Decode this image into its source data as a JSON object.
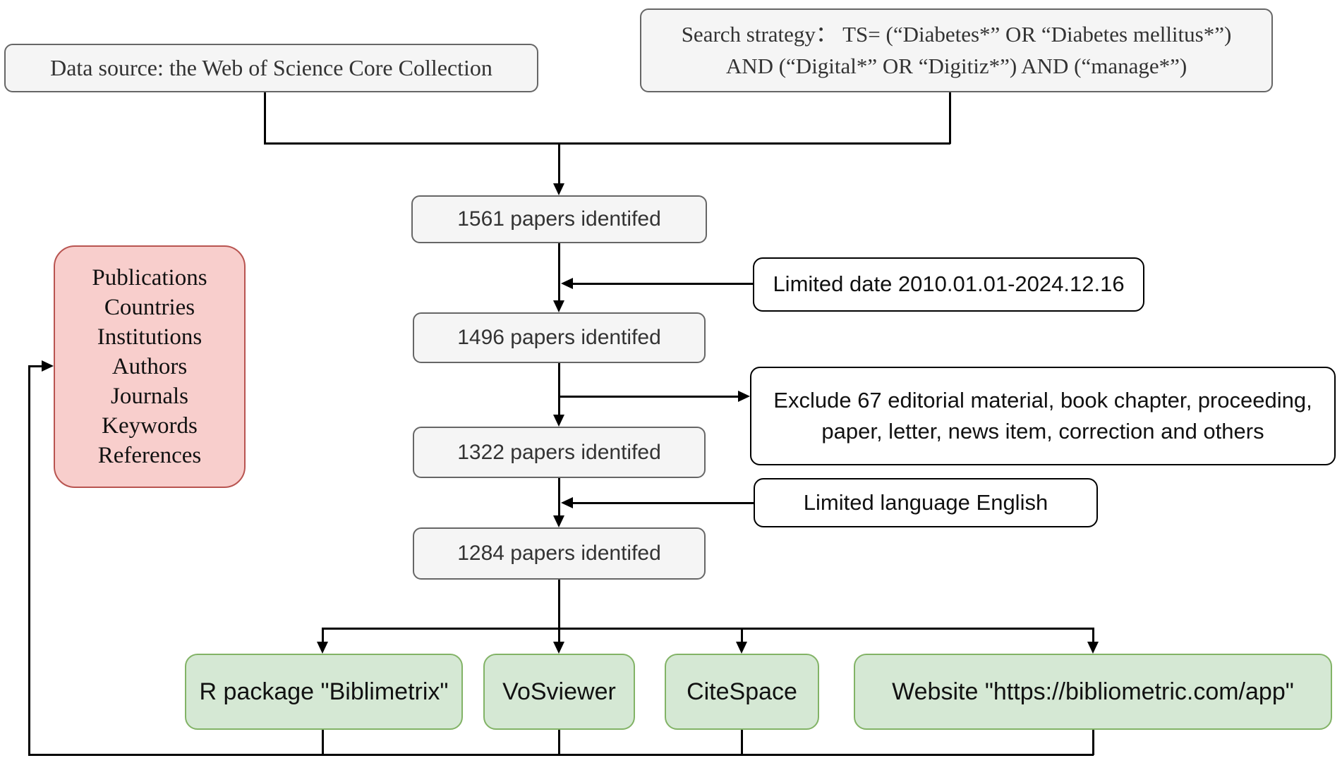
{
  "title": "Bibliometric screening flowchart",
  "colors": {
    "box_gray_fill": "#f5f5f5",
    "box_gray_border": "#666666",
    "box_white_fill": "#ffffff",
    "box_white_border": "#000000",
    "box_green_fill": "#d5e8d4",
    "box_green_border": "#82b366",
    "box_red_fill": "#f8cecc",
    "box_red_border": "#b85450",
    "line": "#000000"
  },
  "nodes": {
    "data_source": {
      "label": "Data source: the Web of Science Core Collection"
    },
    "search_strategy": {
      "line1": "Search strategy： TS= (“Diabetes*” OR “Diabetes mellitus*”)",
      "line2": "AND (“Digital*” OR “Digitiz*”) AND (“manage*”)"
    },
    "papers": [
      {
        "label": "1561 papers identifed"
      },
      {
        "label": "1496 papers identifed"
      },
      {
        "label": "1322 papers identifed"
      },
      {
        "label": "1284 papers identifed"
      }
    ],
    "filters": {
      "limited_date": {
        "label": "Limited date 2010.01.01-2024.12.16"
      },
      "exclude": {
        "line1": "Exclude 67 editorial material, book chapter, proceeding,",
        "line2": "paper, letter, news item, correction and others"
      },
      "limited_language": {
        "label": "Limited language English"
      }
    },
    "analysis_items": {
      "items": [
        "Publications",
        "Countries",
        "Institutions",
        "Authors",
        "Journals",
        "Keywords",
        "References"
      ]
    },
    "tools": [
      {
        "label": "R package \"Biblimetrix\""
      },
      {
        "label": "VoSviewer"
      },
      {
        "label": "CiteSpace"
      },
      {
        "label": "Website \"https://bibliometric.com/app\""
      }
    ]
  }
}
